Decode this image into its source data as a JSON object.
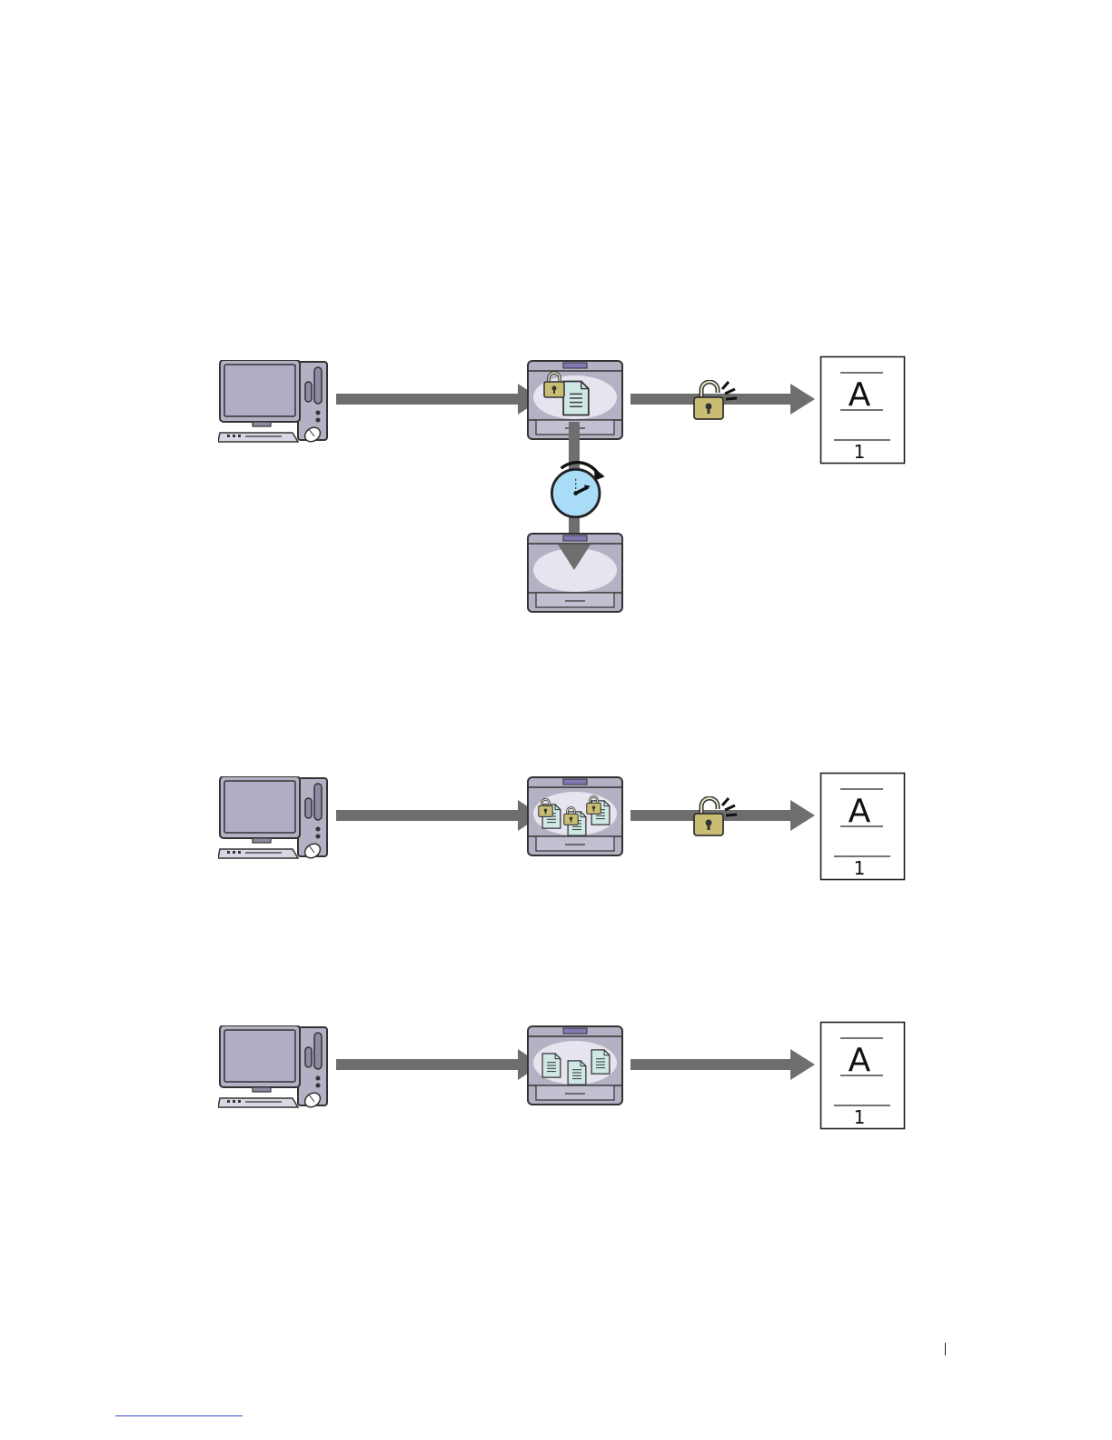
{
  "colors": {
    "arrow": "#6e6e6e",
    "device_body": "#b4b1c4",
    "device_outline": "#333333",
    "tray_window": "#e6e4ee",
    "screen": "#b1adc6",
    "document": "#cfe7e5",
    "lock": "#c9bd74",
    "clock_face": "#a9dcf7"
  },
  "diagrams": [
    {
      "variant": "timed-secure",
      "icons": [
        "computer-icon",
        "printer-icon",
        "locked-document-icon",
        "timer-clock-icon",
        "unlock-icon",
        "printed-page-icon"
      ],
      "page": {
        "letter": "A",
        "number": "1"
      }
    },
    {
      "variant": "multiple-secure",
      "icons": [
        "computer-icon",
        "printer-icon",
        "locked-documents-icon",
        "unlock-icon",
        "printed-page-icon"
      ],
      "page": {
        "letter": "A",
        "number": "1"
      }
    },
    {
      "variant": "stored",
      "icons": [
        "computer-icon",
        "printer-icon",
        "documents-icon",
        "printed-page-icon"
      ],
      "page": {
        "letter": "A",
        "number": "1"
      }
    }
  ]
}
